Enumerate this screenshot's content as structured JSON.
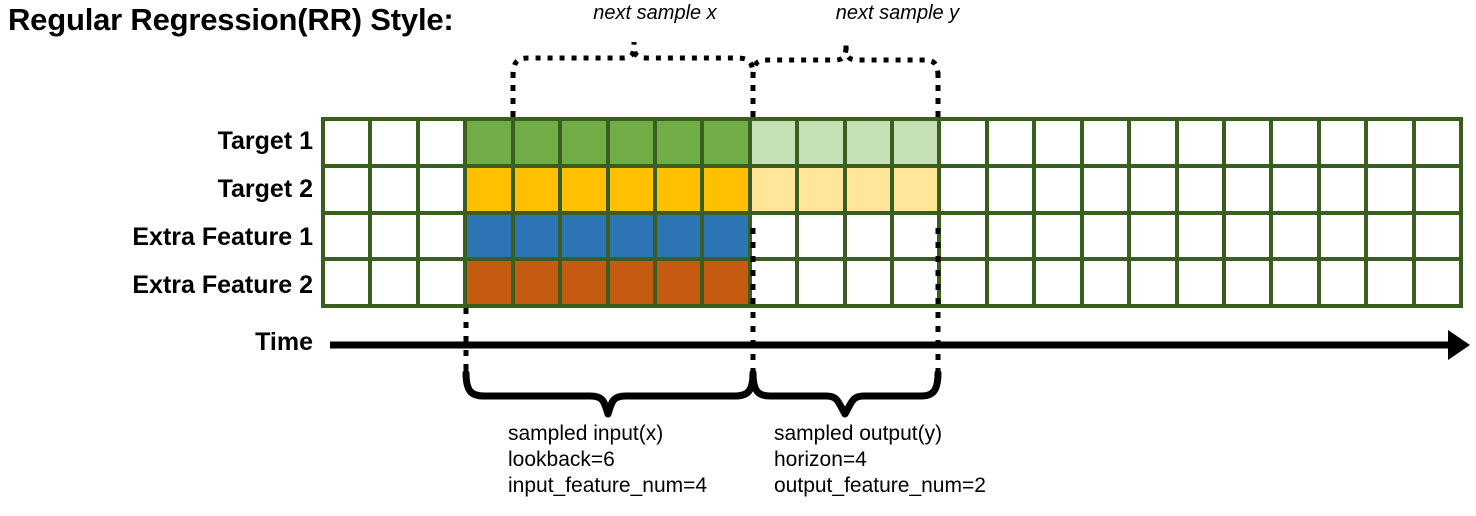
{
  "title": "Regular Regression(RR) Style:",
  "axis": {
    "time_label": "Time"
  },
  "rows": [
    {
      "label": "Target 1",
      "color": "#70ad47",
      "light_color": "#c5e0b4"
    },
    {
      "label": "Target 2",
      "color": "#ffc000",
      "light_color": "#ffe699"
    },
    {
      "label": "Extra Feature 1",
      "color": "#2e75b6",
      "light_color": "#ffffff"
    },
    {
      "label": "Extra Feature 2",
      "color": "#c55a11",
      "light_color": "#ffffff"
    }
  ],
  "grid": {
    "columns": 24,
    "rows": 4,
    "leading_blank_columns": 3,
    "input_columns": 6,
    "output_columns": 4,
    "trailing_blank_columns": 11,
    "border_color": "#3a5e1f",
    "cell_fill": [
      [
        "white",
        "white",
        "white",
        "green",
        "green",
        "green",
        "green",
        "green",
        "green",
        "green-lite",
        "green-lite",
        "green-lite",
        "green-lite",
        "white",
        "white",
        "white",
        "white",
        "white",
        "white",
        "white",
        "white",
        "white",
        "white",
        "white"
      ],
      [
        "white",
        "white",
        "white",
        "yellow",
        "yellow",
        "yellow",
        "yellow",
        "yellow",
        "yellow",
        "yellow-lite",
        "yellow-lite",
        "yellow-lite",
        "yellow-lite",
        "white",
        "white",
        "white",
        "white",
        "white",
        "white",
        "white",
        "white",
        "white",
        "white",
        "white"
      ],
      [
        "white",
        "white",
        "white",
        "blue",
        "blue",
        "blue",
        "blue",
        "blue",
        "blue",
        "white",
        "white",
        "white",
        "white",
        "white",
        "white",
        "white",
        "white",
        "white",
        "white",
        "white",
        "white",
        "white",
        "white",
        "white"
      ],
      [
        "white",
        "white",
        "white",
        "orange",
        "orange",
        "orange",
        "orange",
        "orange",
        "orange",
        "white",
        "white",
        "white",
        "white",
        "white",
        "white",
        "white",
        "white",
        "white",
        "white",
        "white",
        "white",
        "white",
        "white",
        "white"
      ]
    ]
  },
  "annotations": {
    "next_sample_x": "next sample x",
    "next_sample_y": "next sample y"
  },
  "captions": {
    "input": {
      "line1": "sampled input(x)",
      "line2": "lookback=6",
      "line3": "input_feature_num=4"
    },
    "output": {
      "line1": "sampled output(y)",
      "line2": "horizon=4",
      "line3": "output_feature_num=2"
    }
  }
}
